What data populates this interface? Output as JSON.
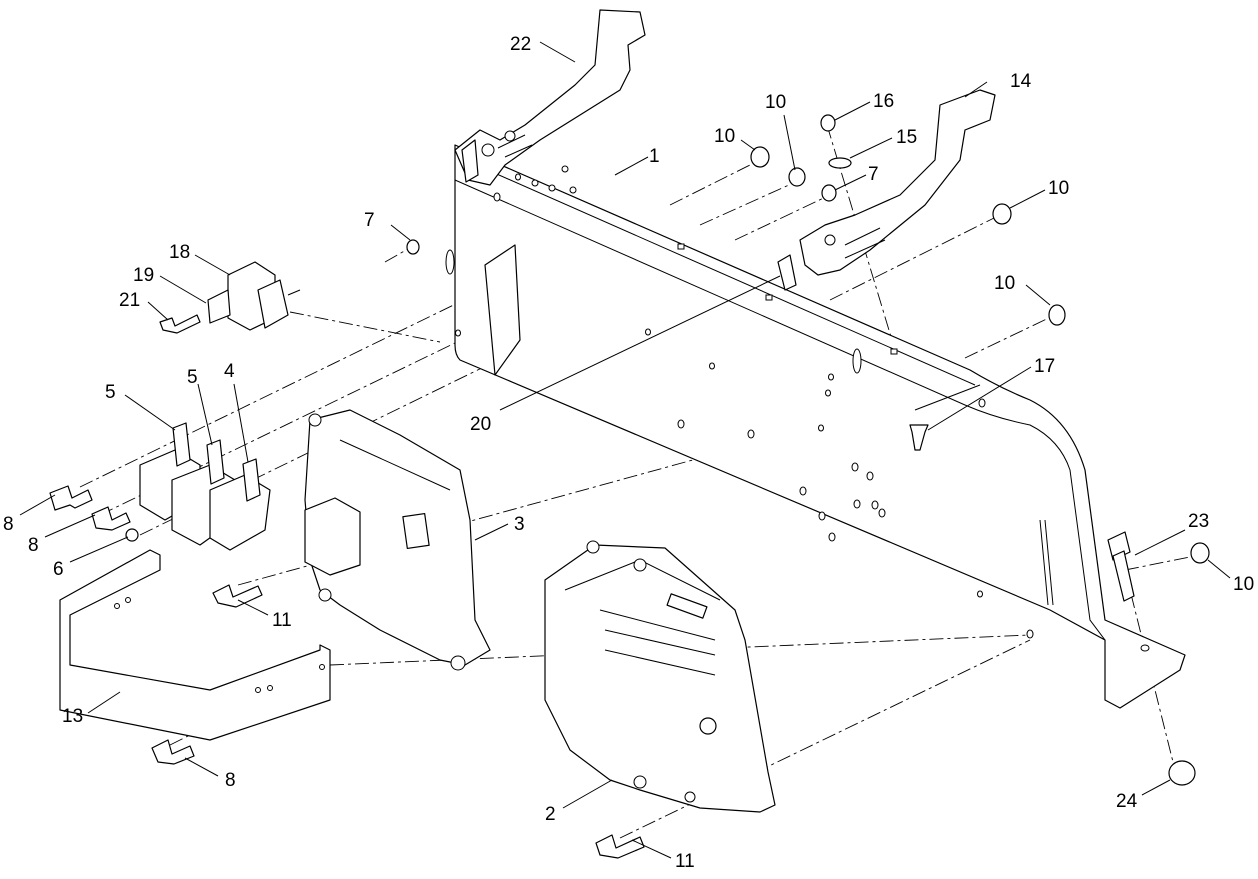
{
  "diagram": {
    "type": "exploded-parts-view",
    "callouts": [
      {
        "id": "c22a",
        "label": "22"
      },
      {
        "id": "c1",
        "label": "1"
      },
      {
        "id": "c10a",
        "label": "10"
      },
      {
        "id": "c10b",
        "label": "10"
      },
      {
        "id": "c16",
        "label": "16"
      },
      {
        "id": "c15",
        "label": "15"
      },
      {
        "id": "c7a",
        "label": "7"
      },
      {
        "id": "c14",
        "label": "14"
      },
      {
        "id": "c10c",
        "label": "10"
      },
      {
        "id": "c7b",
        "label": "7"
      },
      {
        "id": "c18",
        "label": "18"
      },
      {
        "id": "c19",
        "label": "19"
      },
      {
        "id": "c21",
        "label": "21"
      },
      {
        "id": "c10d",
        "label": "10"
      },
      {
        "id": "c17",
        "label": "17"
      },
      {
        "id": "c20",
        "label": "20"
      },
      {
        "id": "c5a",
        "label": "5"
      },
      {
        "id": "c5b",
        "label": "5"
      },
      {
        "id": "c4",
        "label": "4"
      },
      {
        "id": "c3",
        "label": "3"
      },
      {
        "id": "c8a",
        "label": "8"
      },
      {
        "id": "c8b",
        "label": "8"
      },
      {
        "id": "c6",
        "label": "6"
      },
      {
        "id": "c11a",
        "label": "11"
      },
      {
        "id": "c23",
        "label": "23"
      },
      {
        "id": "c10e",
        "label": "10"
      },
      {
        "id": "c13",
        "label": "13"
      },
      {
        "id": "c8c",
        "label": "8"
      },
      {
        "id": "c2",
        "label": "2"
      },
      {
        "id": "c24",
        "label": "24"
      },
      {
        "id": "c11b",
        "label": "11"
      }
    ]
  }
}
